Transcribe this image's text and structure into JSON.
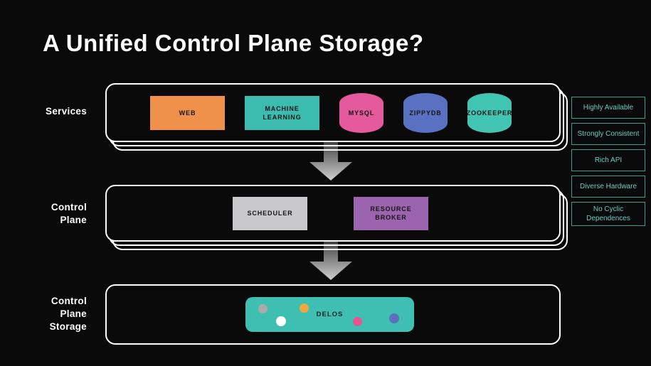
{
  "title": "A Unified Control Plane Storage?",
  "colors": {
    "background": "#0a0a0b",
    "panel_border": "#ffffff",
    "badge_border": "#3a9d8d",
    "badge_text": "#6fcbbd",
    "arrow_gradient_top": "#3c3c3c",
    "arrow_gradient_bottom": "#cfcfcf"
  },
  "rows": {
    "services": {
      "label": "Services",
      "items": [
        {
          "label": "WEB",
          "shape": "rect",
          "color": "#F0914B"
        },
        {
          "label": "MACHINE\nLEARNING",
          "shape": "rect",
          "color": "#3BBCAF"
        },
        {
          "label": "MYSQL",
          "shape": "cylinder",
          "color": "#E45A9C"
        },
        {
          "label": "ZIPPYDB",
          "shape": "cylinder",
          "color": "#5A70C2"
        },
        {
          "label": "ZOOKEEPER",
          "shape": "cylinder",
          "color": "#42C4B3"
        }
      ]
    },
    "control_plane": {
      "label": "Control\nPlane",
      "items": [
        {
          "label": "SCHEDULER",
          "color": "#C9C9CC"
        },
        {
          "label": "RESOURCE\nBROKER",
          "color": "#9C63AF"
        }
      ]
    },
    "storage": {
      "label": "Control\nPlane\nStorage",
      "items": [
        {
          "label": "DELOS",
          "color": "#3FBFB2",
          "dots": [
            "#ABABAB",
            "#FFFFFF",
            "#F2A93B",
            "#E8548F",
            "#5B6EC0"
          ]
        }
      ]
    }
  },
  "badges": [
    "Highly Available",
    "Strongly Consistent",
    "Rich API",
    "Diverse Hardware",
    "No Cyclic Dependences"
  ]
}
